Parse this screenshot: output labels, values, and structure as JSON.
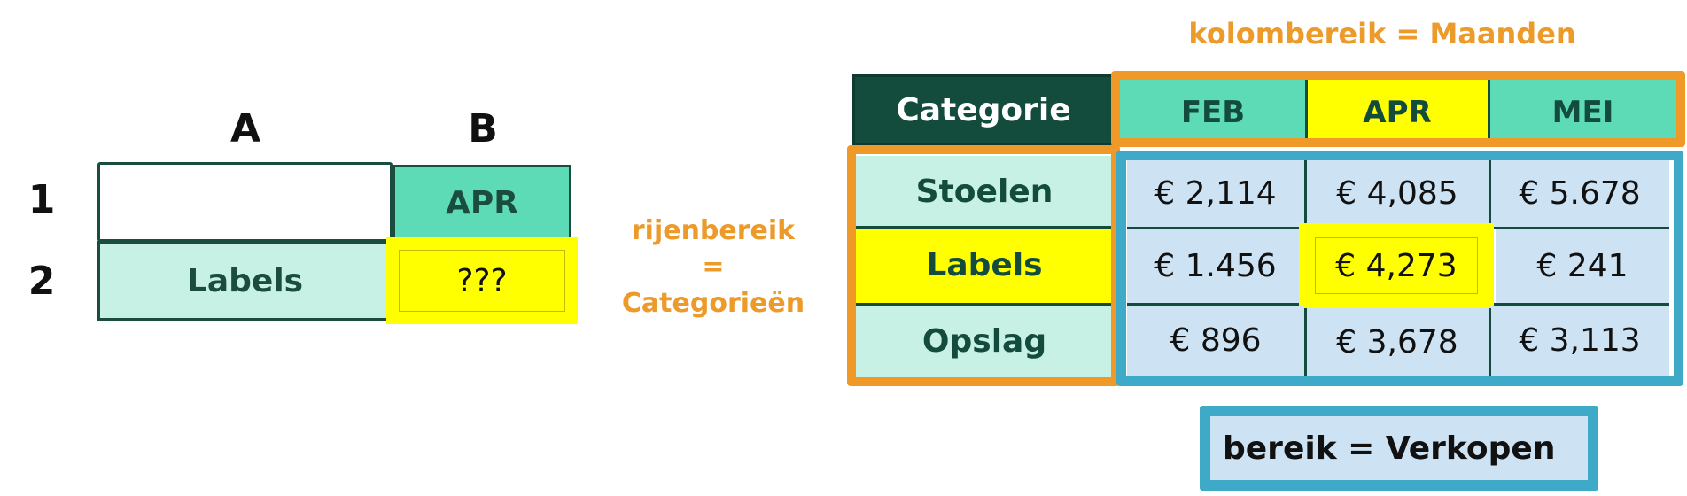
{
  "mini_sheet": {
    "columns": [
      "A",
      "B"
    ],
    "rows": [
      "1",
      "2"
    ],
    "cells": {
      "A1": "",
      "B1": "APR",
      "A2": "Labels",
      "B2": "???"
    }
  },
  "annotations": {
    "row_range": {
      "line1": "rijenbereik",
      "line2": "=",
      "line3": "Categorieën"
    },
    "column_range": "kolombereik = Maanden",
    "data_range": "bereik = Verkopen"
  },
  "table": {
    "corner_header": "Categorie",
    "months": [
      "FEB",
      "APR",
      "MEI"
    ],
    "rows": [
      {
        "label": "Stoelen",
        "values": [
          "€ 2,114",
          "€ 4,085",
          "€ 5.678"
        ]
      },
      {
        "label": "Labels",
        "values": [
          "€ 1.456",
          "€ 4,273",
          "€ 241"
        ]
      },
      {
        "label": "Opslag",
        "values": [
          "€ 896",
          "€ 3,678",
          "€ 3,113"
        ]
      }
    ],
    "highlight": {
      "row": "Labels",
      "column": "APR",
      "result": "€ 4,273"
    }
  },
  "colors": {
    "dark_green": "#134b3d",
    "mint": "#5ddbb6",
    "light_mint": "#c6f1e4",
    "highlight_yellow": "#ffff00",
    "orange": "#ef9928",
    "blue_frame": "#3fa9c8",
    "light_blue": "#cde3f4"
  }
}
